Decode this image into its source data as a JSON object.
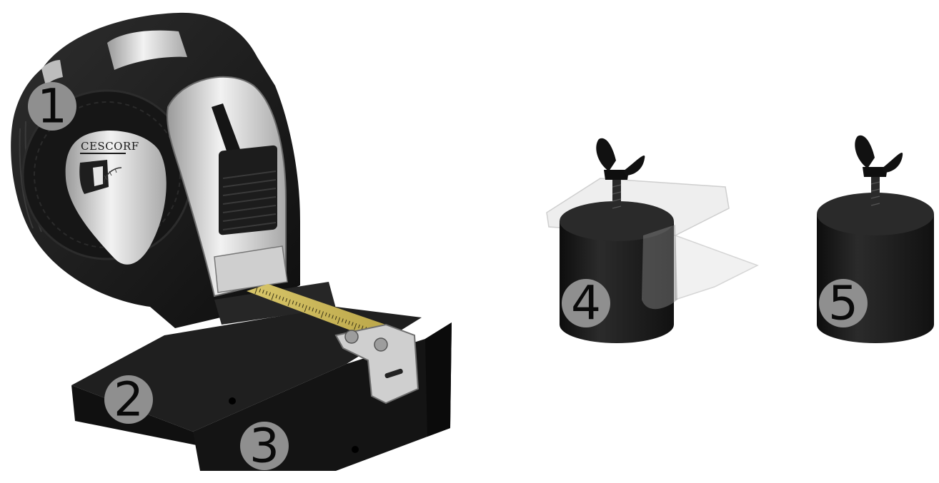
{
  "brand": "CESCORF",
  "callouts": [
    {
      "id": "1",
      "label": "1"
    },
    {
      "id": "2",
      "label": "2"
    },
    {
      "id": "3",
      "label": "3"
    },
    {
      "id": "4",
      "label": "4"
    },
    {
      "id": "5",
      "label": "5"
    }
  ],
  "colors": {
    "body": "#1b1b1b",
    "silver": "#d9d9d9",
    "tape": "#c9b75a",
    "callout_circle": "#8f8f8f"
  }
}
